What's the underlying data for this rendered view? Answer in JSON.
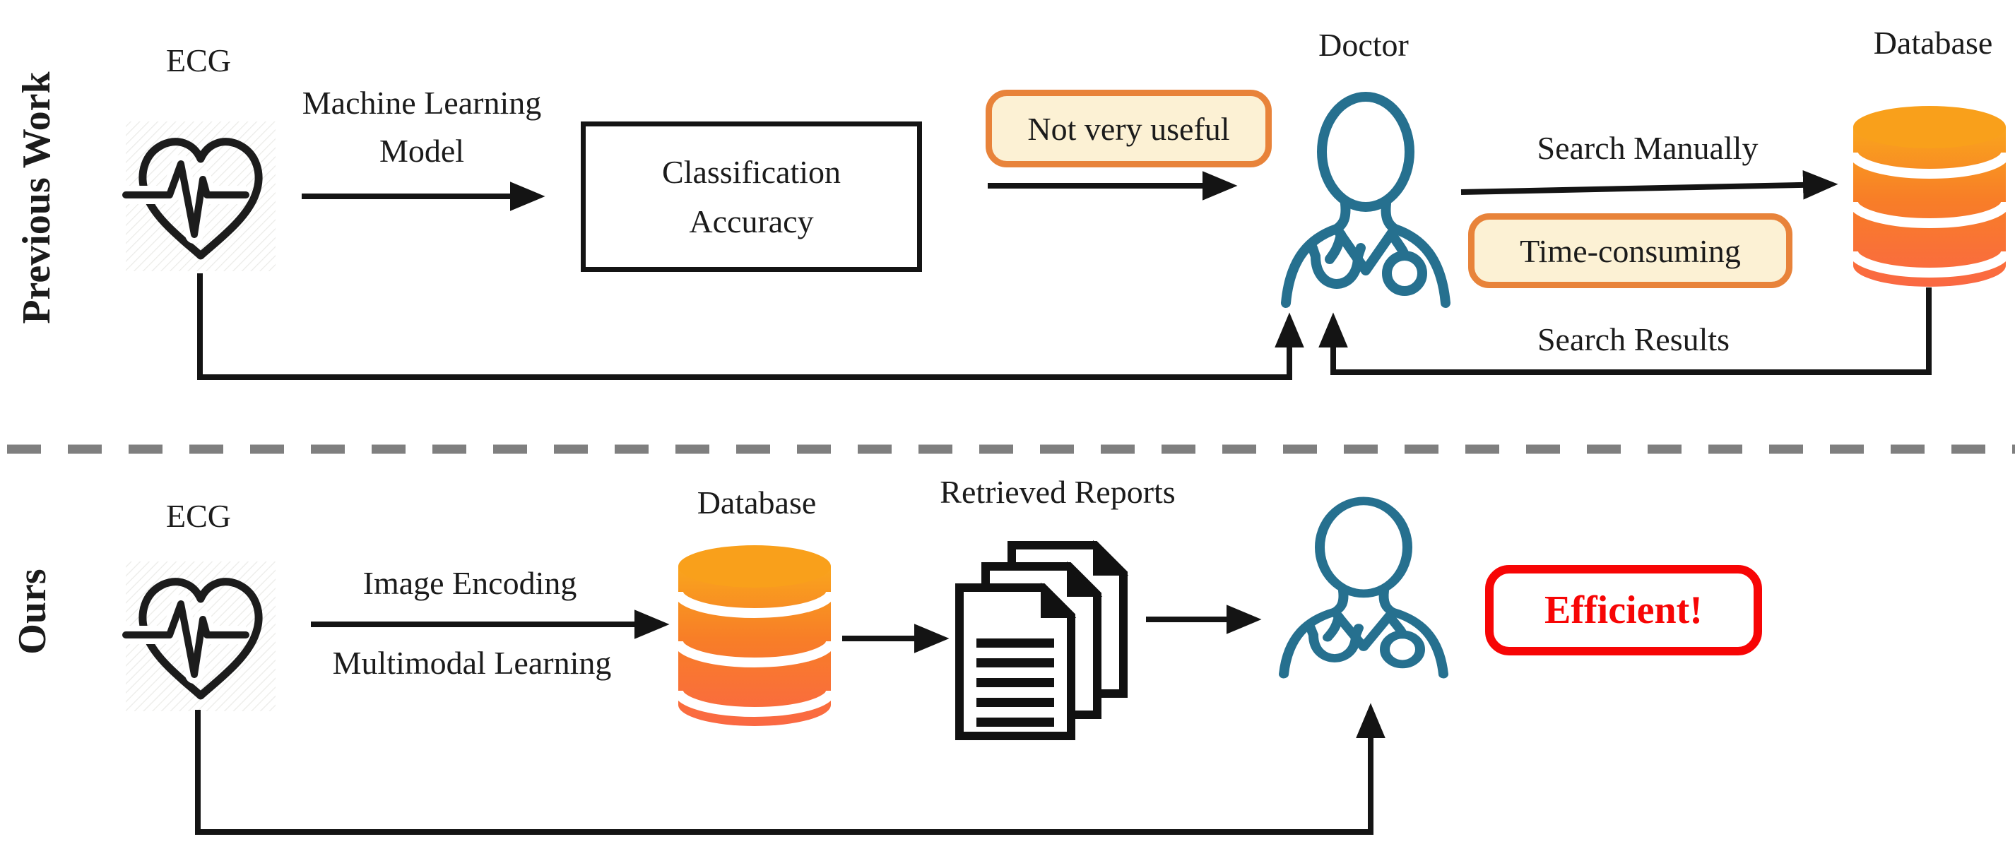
{
  "colors": {
    "doctor_teal": "#26708F",
    "database_orange_top": "#F9A41D",
    "database_orange_bottom": "#FA6843",
    "warn_badge_bg": "#FCF1D4",
    "warn_badge_border": "#E8833A",
    "alert_red": "#F70505",
    "divider_gray": "#7F7F7F",
    "line_black": "#141414"
  },
  "icons": {
    "ecg": "heart-with-pulse",
    "doctor": "doctor-figure-with-stethoscope",
    "database": "database-cylinder",
    "reports": "document-stack"
  },
  "previous_work": {
    "section_label": "Previous Work",
    "ecg_label": "ECG",
    "ml_label_line1": "Machine Learning",
    "ml_label_line2": "Model",
    "classification_box_line1": "Classification",
    "classification_box_line2": "Accuracy",
    "not_useful_badge": "Not very useful",
    "doctor_label": "Doctor",
    "search_manually_label": "Search Manually",
    "time_consuming_badge": "Time-consuming",
    "database_label": "Database",
    "search_results_label": "Search Results"
  },
  "ours": {
    "section_label": "Ours",
    "ecg_label": "ECG",
    "encoding_label": "Image Encoding",
    "multimodal_label": "Multimodal Learning",
    "database_label": "Database",
    "retrieved_reports_label": "Retrieved Reports",
    "efficient_badge": "Efficient!"
  }
}
